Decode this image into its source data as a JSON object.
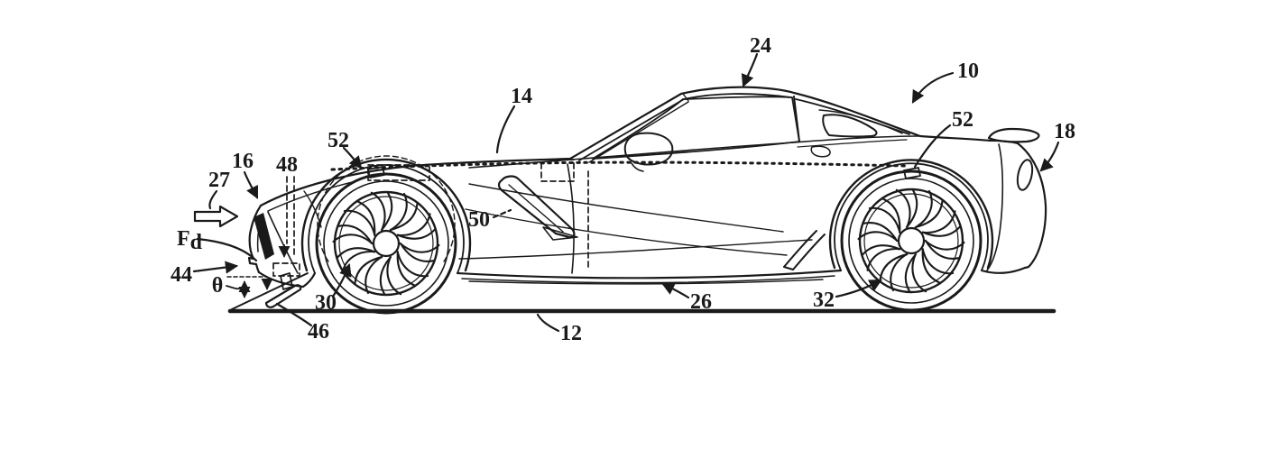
{
  "figure": {
    "background": "#ffffff",
    "ink_color": "#1a1a1a",
    "description": "Patent-style side-elevation line drawing of a sports coupe with deployable front air dam, annotated with reference numerals and leader lines"
  },
  "labels": {
    "n10": "10",
    "n12": "12",
    "n14": "14",
    "n16": "16",
    "n18": "18",
    "n24": "24",
    "n26": "26",
    "n27": "27",
    "n30": "30",
    "n32": "32",
    "n44": "44",
    "n46": "46",
    "n48": "48",
    "n50": "50",
    "n52_front": "52",
    "n52_rear": "52",
    "force_symbol_main": "F",
    "force_symbol_sub": "d",
    "angle_symbol": "θ"
  }
}
